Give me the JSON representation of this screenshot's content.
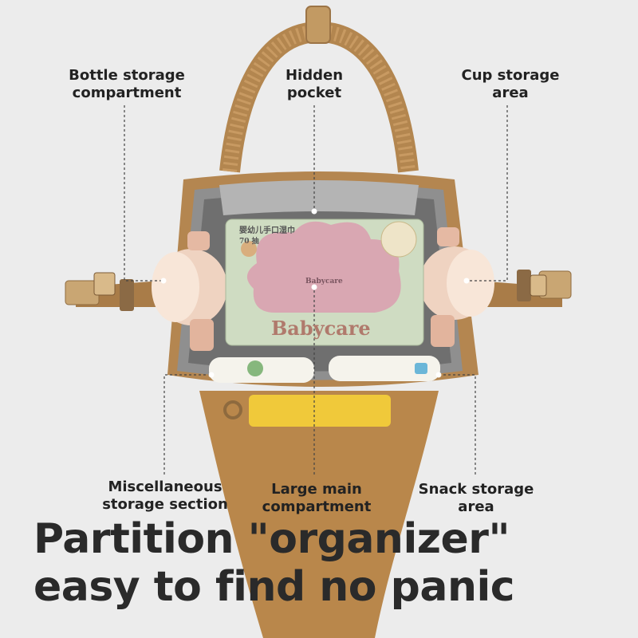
{
  "callouts": {
    "bottle": "Bottle storage\ncompartment",
    "hidden": "Hidden\npocket",
    "cup": "Cup storage\narea",
    "misc": "Miscellaneous\nstorage section",
    "main": "Large main\ncompartment",
    "snack": "Snack storage\narea"
  },
  "headline": {
    "line1": "Partition \"organizer\"",
    "line2": "easy to find no panic"
  },
  "product": {
    "brand": "Babycare",
    "pack_cn": "婴幼儿手口湿巾",
    "pack_count": "70 抽",
    "logo_small": "Babycare"
  },
  "colors": {
    "background": "#ececec",
    "bag_tan": "#b88a55",
    "lining_grey": "#9a9a9a",
    "wipes_green": "#cfdcc2",
    "wipes_pink": "#d9a7b2",
    "bottom_yellow": "#f0c93a"
  }
}
